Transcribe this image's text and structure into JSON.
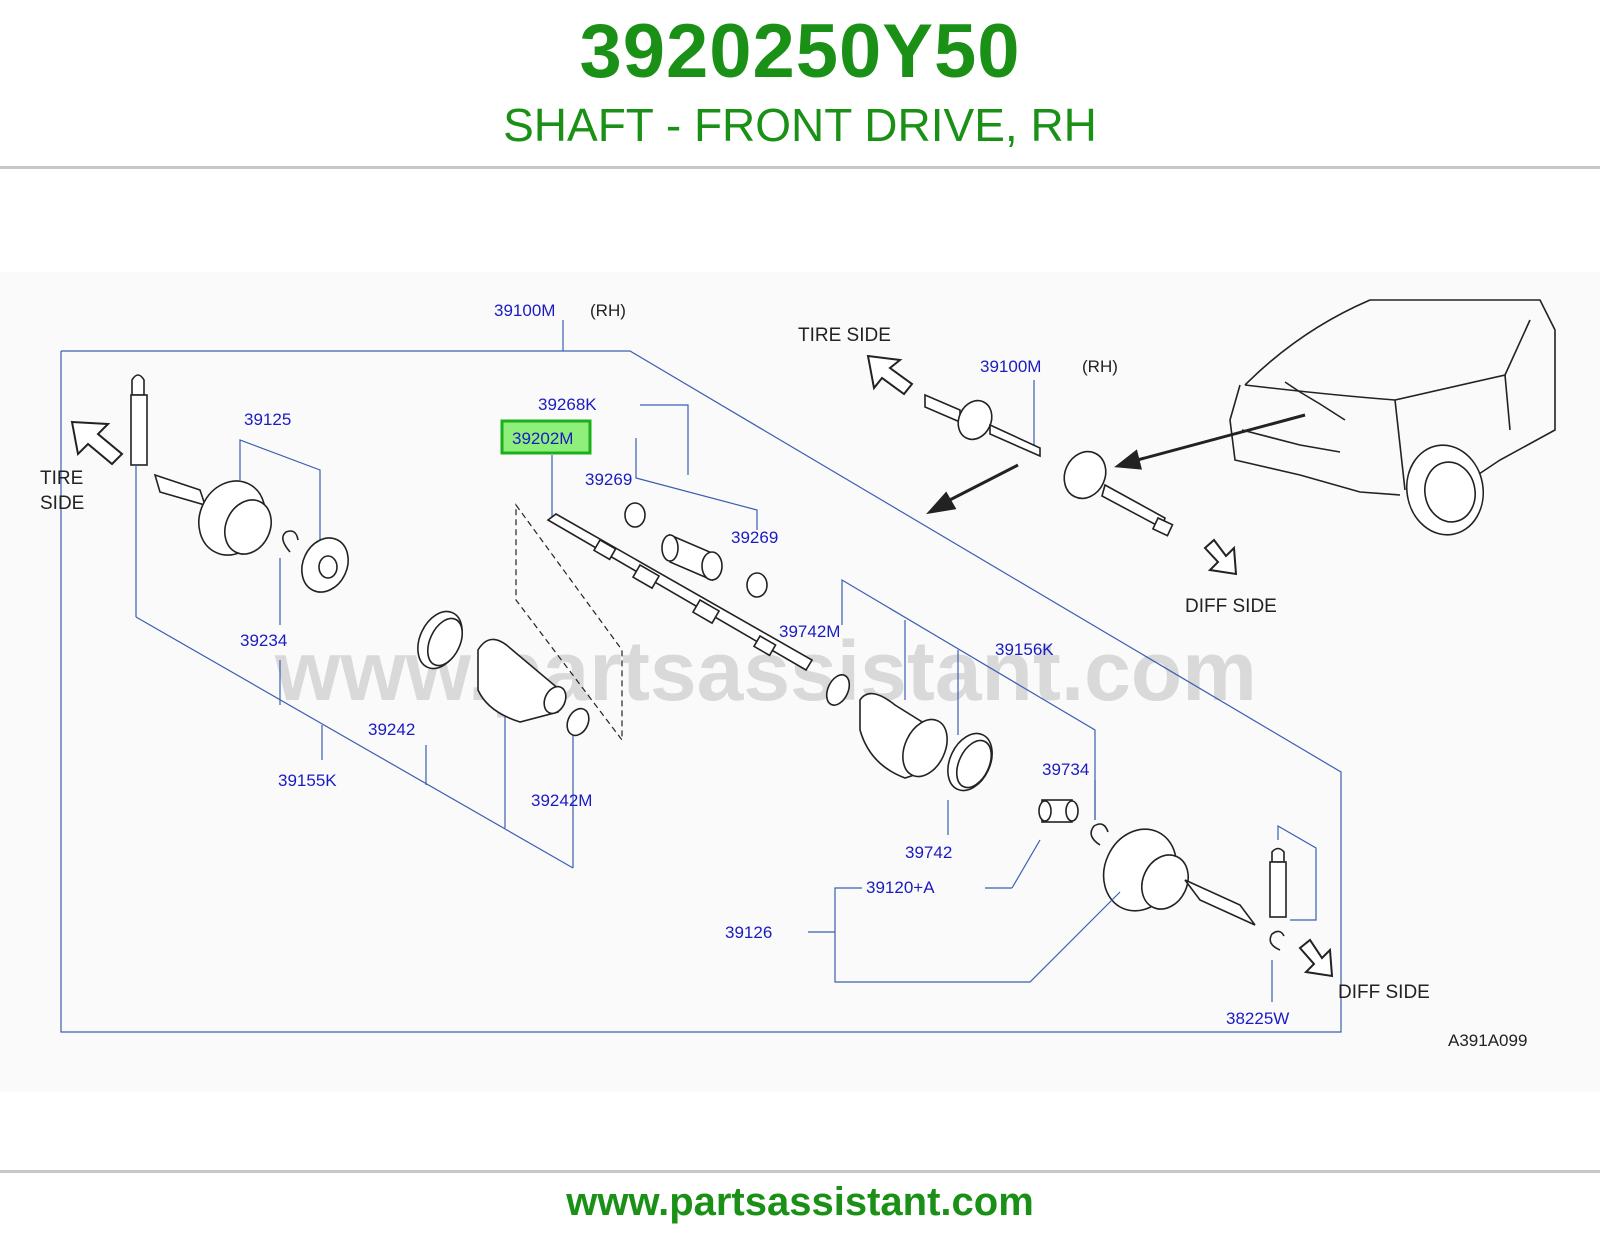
{
  "header": {
    "part_number": "3920250Y50",
    "part_name": "SHAFT - FRONT DRIVE, RH"
  },
  "footer": {
    "url": "www.partsassistant.com"
  },
  "diagram": {
    "watermark": "www.partsassistant.com",
    "code": "A391A099",
    "highlighted_part": "39202M",
    "main_assembly": {
      "label": "39100M",
      "side": "(RH)"
    },
    "inset_assembly": {
      "label": "39100M",
      "side": "(RH)"
    },
    "directions": {
      "tire_side_left_1": "TIRE",
      "tire_side_left_2": "SIDE",
      "tire_side_inset": "TIRE  SIDE",
      "diff_side_inset": "DIFF  SIDE",
      "diff_side_main": "DIFF  SIDE"
    },
    "labels": {
      "p39125": "39125",
      "p39234": "39234",
      "p39242": "39242",
      "p39155K": "39155K",
      "p39242M": "39242M",
      "p39268K": "39268K",
      "p39202M": "39202M",
      "p39269a": "39269",
      "p39269b": "39269",
      "p39742M": "39742M",
      "p39156K": "39156K",
      "p39734": "39734",
      "p39742": "39742",
      "p39120A": "39120+A",
      "p39126": "39126",
      "p38225W": "38225W"
    }
  }
}
